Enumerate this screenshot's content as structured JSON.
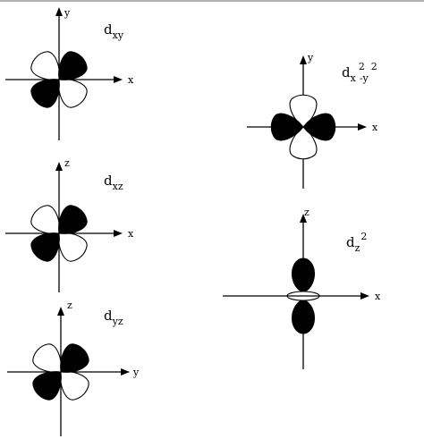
{
  "orbitals": [
    {
      "id": "dxy",
      "name": {
        "main": "d",
        "sub": "xy",
        "sup1": "",
        "sub2": "",
        "sup2": ""
      },
      "axes": {
        "vertical": "y",
        "horizontal": "x"
      },
      "lobe_colors": {
        "upper_right": "#000000",
        "lower_left": "#000000",
        "upper_left": "#ffffff",
        "lower_right": "#ffffff"
      }
    },
    {
      "id": "dxz",
      "name": {
        "main": "d",
        "sub": "xz",
        "sup1": "",
        "sub2": "",
        "sup2": ""
      },
      "axes": {
        "vertical": "z",
        "horizontal": "x"
      },
      "lobe_colors": {
        "upper_right": "#000000",
        "lower_left": "#000000",
        "upper_left": "#ffffff",
        "lower_right": "#ffffff"
      }
    },
    {
      "id": "dyz",
      "name": {
        "main": "d",
        "sub": "yz",
        "sup1": "",
        "sub2": "",
        "sup2": ""
      },
      "axes": {
        "vertical": "z",
        "horizontal": "y"
      },
      "lobe_colors": {
        "upper_right": "#000000",
        "lower_left": "#000000",
        "upper_left": "#ffffff",
        "lower_right": "#ffffff"
      }
    },
    {
      "id": "dx2y2",
      "name": {
        "main": "d",
        "sub": "x",
        "sup1": "2",
        "sub2": "-y",
        "sup2": "2"
      },
      "axes": {
        "vertical": "y",
        "horizontal": "x"
      },
      "lobe_colors": {
        "left": "#000000",
        "right": "#000000",
        "top": "#ffffff",
        "bottom": "#ffffff"
      }
    },
    {
      "id": "dz2",
      "name": {
        "main": "d",
        "sub": "z",
        "sup1": "2",
        "sub2": "",
        "sup2": ""
      },
      "axes": {
        "vertical": "z",
        "horizontal": "x"
      },
      "lobe_colors": {
        "top": "#000000",
        "bottom": "#000000",
        "ring": "#ffffff"
      }
    }
  ]
}
